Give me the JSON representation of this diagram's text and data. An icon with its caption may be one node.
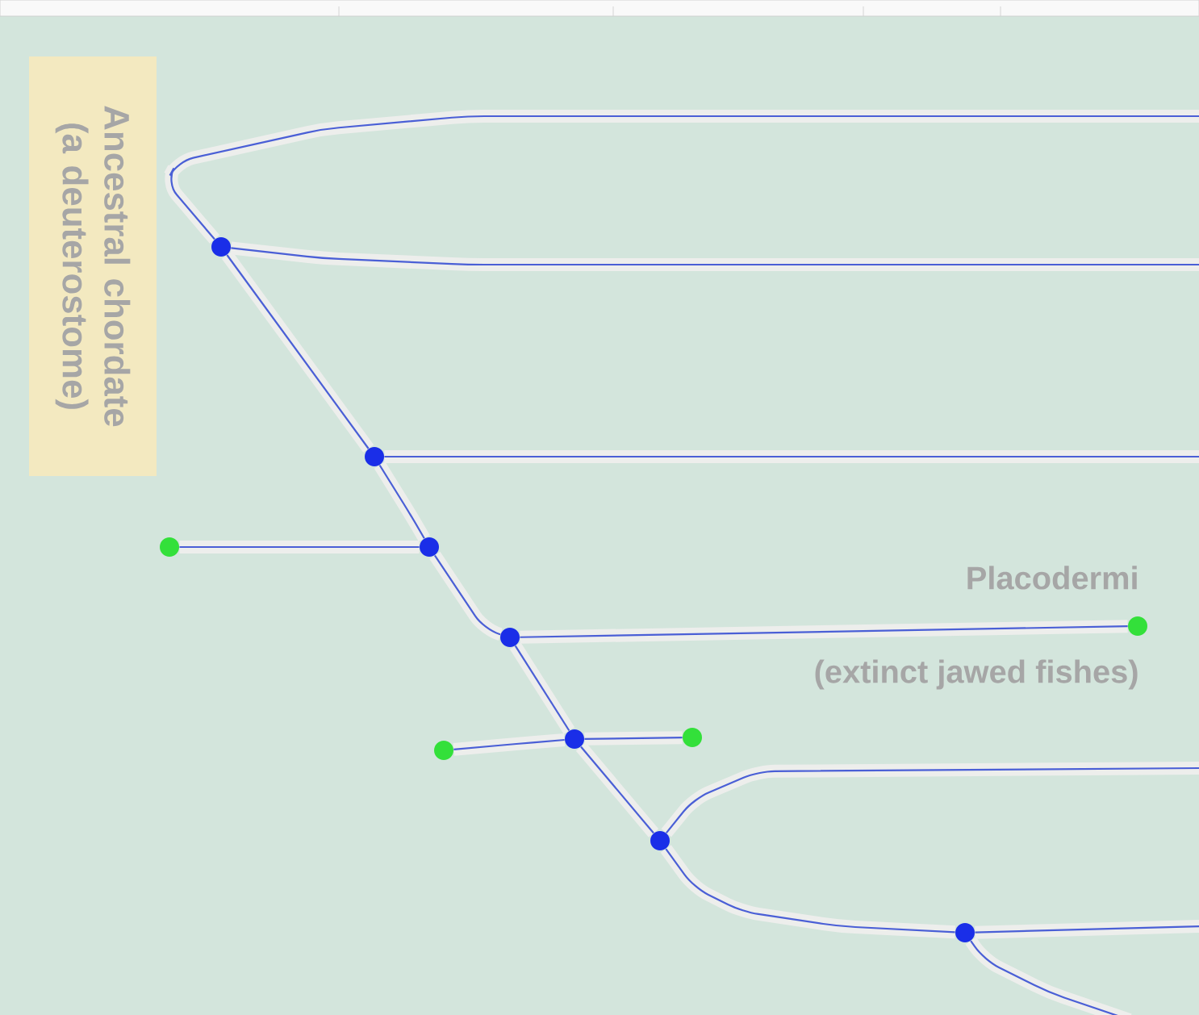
{
  "diagram": {
    "nodes": [
      {
        "text": [
          "Ancestral chordate (a deuterostome)"
        ]
      },
      {
        "text": [],
        "shape": "circle"
      },
      {
        "text": [],
        "shape": "circle"
      },
      {
        "text": [],
        "shape": "circle"
      },
      {
        "text": [],
        "shape": "circle"
      },
      {
        "text": [],
        "shape": "circle",
        "beside": [
          "Placodermi",
          "(extinct jawed fishes)"
        ]
      },
      {
        "text": [],
        "shape": "circle"
      },
      {
        "text": [],
        "shape": "circle"
      },
      {
        "text": [],
        "shape": "circle"
      },
      {
        "text": [],
        "shape": "circle"
      },
      {
        "text": [],
        "shape": "circle"
      },
      {
        "text": [],
        "shape": "circle"
      }
    ],
    "edges": [
      {
        "from": 1,
        "to": null,
        "arrow": "none"
      },
      {
        "from": 1,
        "to": null,
        "arrow": "none"
      },
      {
        "from": 1,
        "to": 2,
        "arrow": "none"
      },
      {
        "from": 2,
        "to": null,
        "arrow": "none"
      },
      {
        "from": 2,
        "to": 4,
        "arrow": "none"
      },
      {
        "from": 4,
        "to": 3,
        "arrow": "none"
      },
      {
        "from": 4,
        "to": 6,
        "arrow": "none"
      },
      {
        "from": 6,
        "to": 5,
        "arrow": "none"
      },
      {
        "from": 6,
        "to": 8,
        "arrow": "none"
      },
      {
        "from": 8,
        "to": 7,
        "arrow": "none"
      },
      {
        "from": 8,
        "to": 9,
        "arrow": "none"
      },
      {
        "from": 8,
        "to": 10,
        "arrow": "none"
      },
      {
        "from": 10,
        "to": null,
        "arrow": "none"
      },
      {
        "from": 10,
        "to": 11,
        "arrow": "none"
      },
      {
        "from": 11,
        "to": null,
        "arrow": "none"
      },
      {
        "from": 11,
        "to": null,
        "arrow": "none"
      }
    ]
  }
}
